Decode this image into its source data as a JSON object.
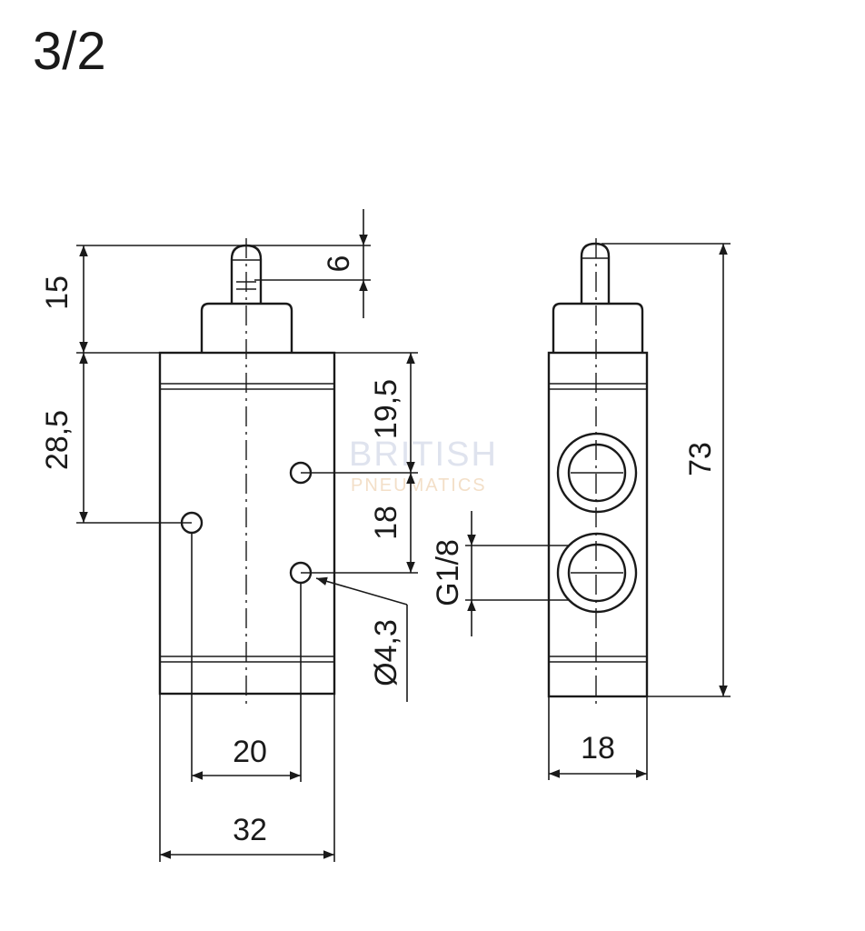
{
  "title": "3/2",
  "watermark": {
    "line1": "BRITISH",
    "line2": "PNEUMATICS"
  },
  "dimensions": {
    "plunger_stroke": "6",
    "plunger_height": "15",
    "top_to_port": "28,5",
    "top_to_hole": "19,5",
    "hole_spacing": "18",
    "hole_diameter": "Ø4,3",
    "thread": "G1/8",
    "hole_pitch": "20",
    "body_width": "32",
    "side_width": "18",
    "overall_height": "73"
  }
}
